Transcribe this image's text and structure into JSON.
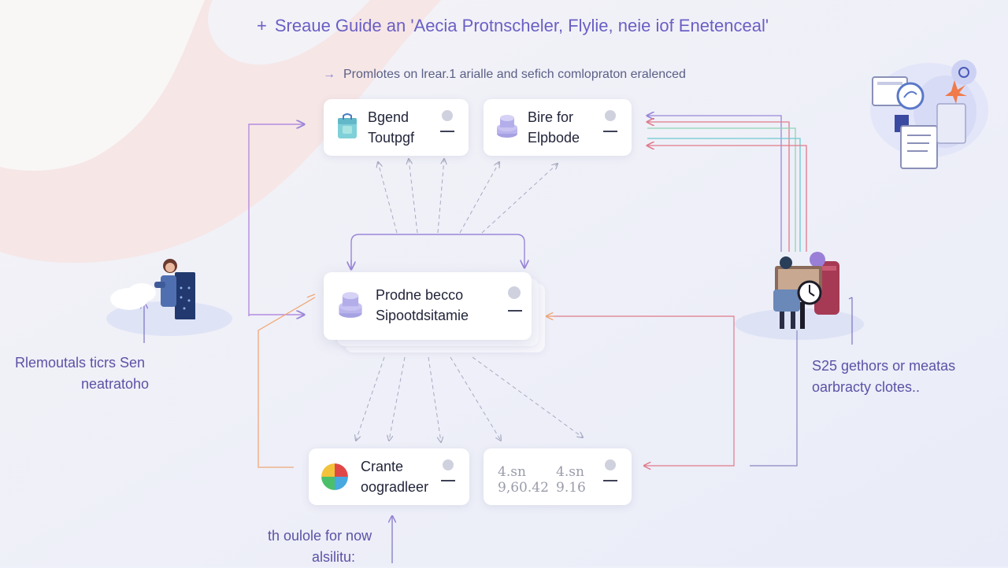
{
  "header": {
    "title": "Sreaue Guide an 'Aecia Protnscheler, Flylie, neie iof Enetenceal'",
    "subtitle": "Promlotes on lrear.1 arialle and sefich comlopraton eralenced"
  },
  "cards": {
    "top_left": {
      "line1": "Bgend",
      "line2": "Toutpgf"
    },
    "top_right": {
      "line1": "Bire for",
      "line2": "Elpbode"
    },
    "center": {
      "line1": "Prodne becco",
      "line2": "Sipootdsitamie"
    },
    "bottom_left": {
      "line1": "Crante",
      "line2": "oogradleer"
    },
    "bottom_right": {
      "row1": [
        "4.sn",
        "4.sn"
      ],
      "row2": [
        "9,60.42",
        "9.16"
      ]
    }
  },
  "side_labels": {
    "left": {
      "line1": "Rlemoutals ticrs Sen",
      "line2": "neatratoho"
    },
    "right": {
      "line1": "S25 gethors or meatas",
      "line2": "oarbracty clotes.."
    },
    "bottom": {
      "line1": "th oulole for now",
      "line2": "alsilitu:"
    }
  },
  "icons": {
    "top_left": "shopping-bag-icon",
    "top_right": "stack-layers-icon",
    "center": "stack-layers-icon",
    "bottom_left": "pie-chart-icon",
    "top_right_corner": "dashboard-devices-illustration",
    "left_person": "person-with-server-illustration",
    "right_person": "person-at-desk-illustration"
  },
  "colors": {
    "accent_purple": "#8a7fd6",
    "connector_orange": "#f0a878",
    "connector_green": "#8fd4b4",
    "connector_red": "#e07a8a",
    "connector_teal": "#6fc8d0",
    "text_purple": "#5b52a6"
  }
}
